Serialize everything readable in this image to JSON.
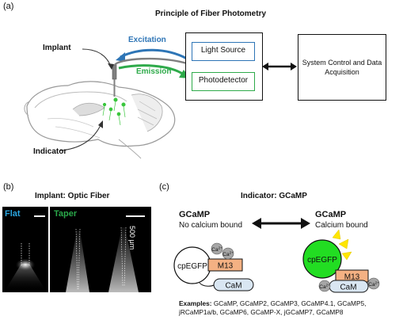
{
  "panel_a": {
    "letter": "(a)",
    "title": "Principle of Fiber Photometry",
    "implant_label": "Implant",
    "indicator_label": "Indicator",
    "excitation_label": "Excitation",
    "emission_label": "Emission",
    "light_source_label": "Light Source",
    "photodetector_label": "Photodetector",
    "system_control_label": "System Control and Data Acquisition",
    "colors": {
      "excitation": "#2e75b6",
      "emission": "#2eaa4a",
      "fiber": "#808080"
    }
  },
  "panel_b": {
    "letter": "(b)",
    "title": "Implant:  Optic Fiber",
    "flat_label": "Flat",
    "taper_label": "Taper",
    "scale_label": "500 μm",
    "colors": {
      "flat": "#2aa6e0",
      "taper": "#2aa84a"
    }
  },
  "panel_c": {
    "letter": "(c)",
    "title": "Indicator: GCaMP",
    "left_state": {
      "name": "GCaMP",
      "description": "No calcium bound"
    },
    "right_state": {
      "name": "GCaMP",
      "description": "Calcium bound"
    },
    "cpegfp_label": "cpEGFP",
    "m13_label": "M13",
    "cam_label": "CaM",
    "ca_label": "Ca",
    "ca_charge": "2+",
    "examples_heading": "Examples:",
    "examples_text": "GCaMP, GCaMP2, GCaMP3, GCaMP4.1, GCaMP5, jRCaMP1a/b, GCaMP6, GCaMP-X, jGCaMP7, GCaMP8",
    "colors": {
      "bound_green": "#22dd22",
      "m13": "#f4b183",
      "cam": "#d9e6f2",
      "ca_ion": "#a6a6a6",
      "light": "#ffe600"
    }
  }
}
